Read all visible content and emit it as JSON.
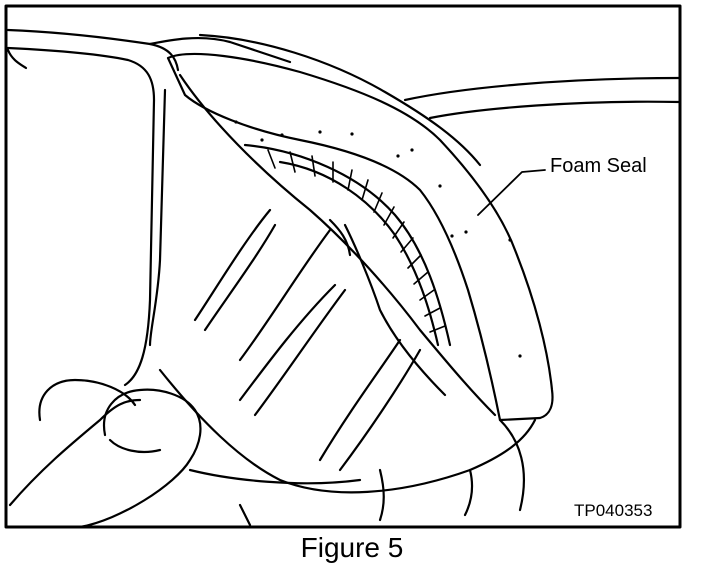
{
  "figure": {
    "callout": "Foam Seal",
    "id_code": "TP040353",
    "caption": "Figure 5"
  }
}
